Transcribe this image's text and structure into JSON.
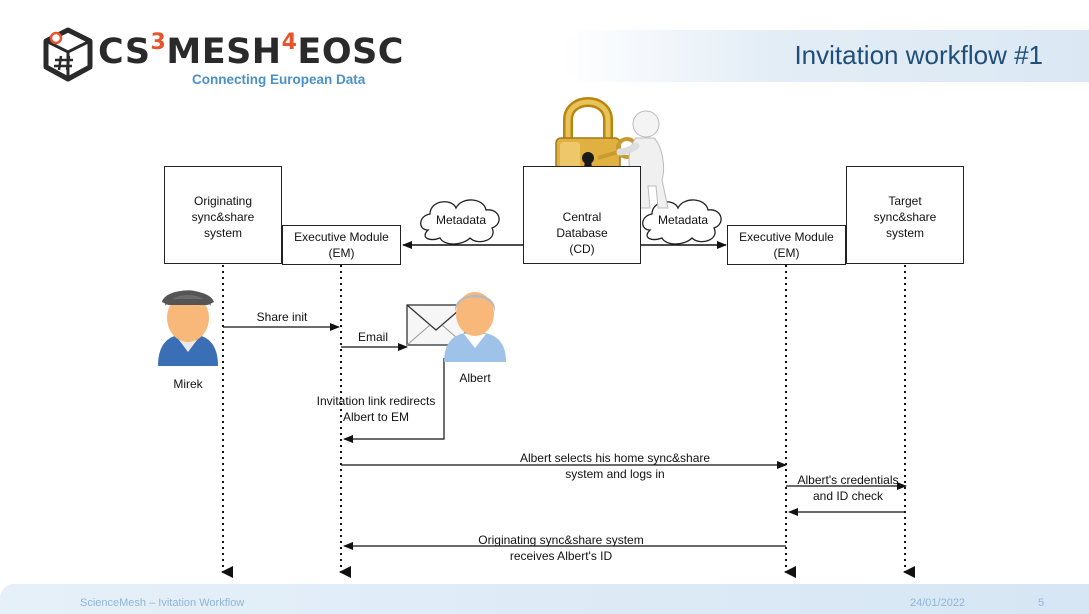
{
  "header": {
    "logo_main": "CS",
    "logo_sup1": "3",
    "logo_mid": "MESH",
    "logo_sup2": "4",
    "logo_end": "EOSC",
    "logo_sub": "Connecting European Data",
    "title": "Invitation workflow #1"
  },
  "diagram": {
    "originating": "Originating\nsync&share\nsystem",
    "em_left": "Executive Module\n(EM)",
    "metadata_left": "Metadata",
    "central_db": "Central\nDatabase\n(CD)",
    "metadata_right": "Metadata",
    "em_right": "Executive Module\n(EM)",
    "target": "Target\nsync&share\nsystem",
    "mirek": "Mirek",
    "albert": "Albert",
    "share_init": "Share init",
    "email": "Email",
    "invitation": "Invitation link redirects\nAlbert to EM",
    "selects": "Albert selects his home sync&share\nsystem and logs in",
    "credentials": "Albert's credentials\nand ID check",
    "receives": "Originating sync&share system\nreceives Albert's ID"
  },
  "footer": {
    "left": "ScienceMesh – Ivitation Workflow",
    "date": "24/01/2022",
    "page": "5"
  },
  "colors": {
    "title": "#1f4e79",
    "logo_accent": "#e8542c",
    "logo_sub": "#4a90c9",
    "footer_text": "#8fb5d9"
  }
}
